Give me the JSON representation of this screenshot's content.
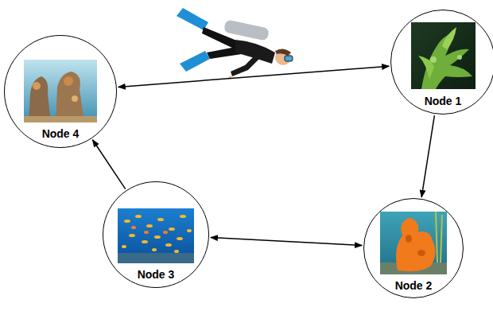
{
  "diagram": {
    "nodes": [
      {
        "text": [
          "Node 1"
        ]
      },
      {
        "text": [
          "Node 2"
        ]
      },
      {
        "text": [
          "Node 3"
        ]
      },
      {
        "text": [
          "Node 4"
        ]
      }
    ],
    "edges": [
      {
        "from": 3,
        "to": 0,
        "arrow": "both"
      },
      {
        "from": 0,
        "to": 1,
        "arrow": "to"
      },
      {
        "from": 1,
        "to": 2,
        "arrow": "both"
      },
      {
        "from": 2,
        "to": 3,
        "arrow": "to"
      }
    ]
  }
}
